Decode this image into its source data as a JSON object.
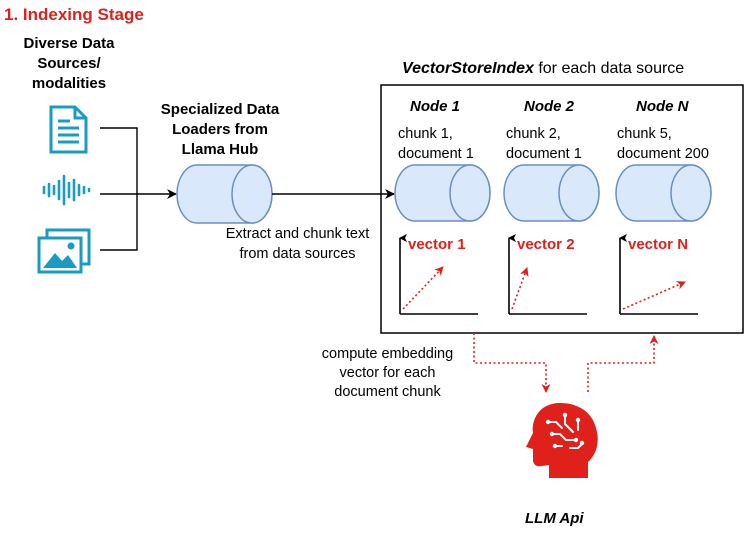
{
  "title": "1. Indexing Stage",
  "sources": {
    "label_lines": [
      "Diverse Data",
      "Sources/",
      "modalities"
    ],
    "icons": [
      "document-icon",
      "audio-waveform-icon",
      "image-gallery-icon"
    ]
  },
  "loader": {
    "label_lines": [
      "Specialized Data",
      "Loaders from",
      "Llama Hub"
    ],
    "caption_lines": [
      "Extract and chunk text",
      "from data sources"
    ]
  },
  "index": {
    "title_italic": "VectorStoreIndex",
    "title_rest": " for each data source",
    "nodes": [
      {
        "title": "Node 1",
        "chunk_lines": [
          "chunk 1,",
          "document 1"
        ],
        "vector": "vector 1"
      },
      {
        "title": "Node 2",
        "chunk_lines": [
          "chunk 2,",
          "document 1"
        ],
        "vector": "vector 2"
      },
      {
        "title": "Node N",
        "chunk_lines": [
          "chunk 5,",
          "document 200"
        ],
        "vector": "vector N"
      }
    ]
  },
  "embedding": {
    "caption_lines": [
      "compute embedding",
      "vector for each",
      "document chunk"
    ]
  },
  "llm": {
    "label": "LLM Api",
    "icon": "brain-head-icon"
  },
  "colors": {
    "accent_red": "#e0201b",
    "icon_teal": "#1a9bc4",
    "cylinder_fill": "#dae8fc",
    "cylinder_stroke": "#6c8ebf"
  }
}
